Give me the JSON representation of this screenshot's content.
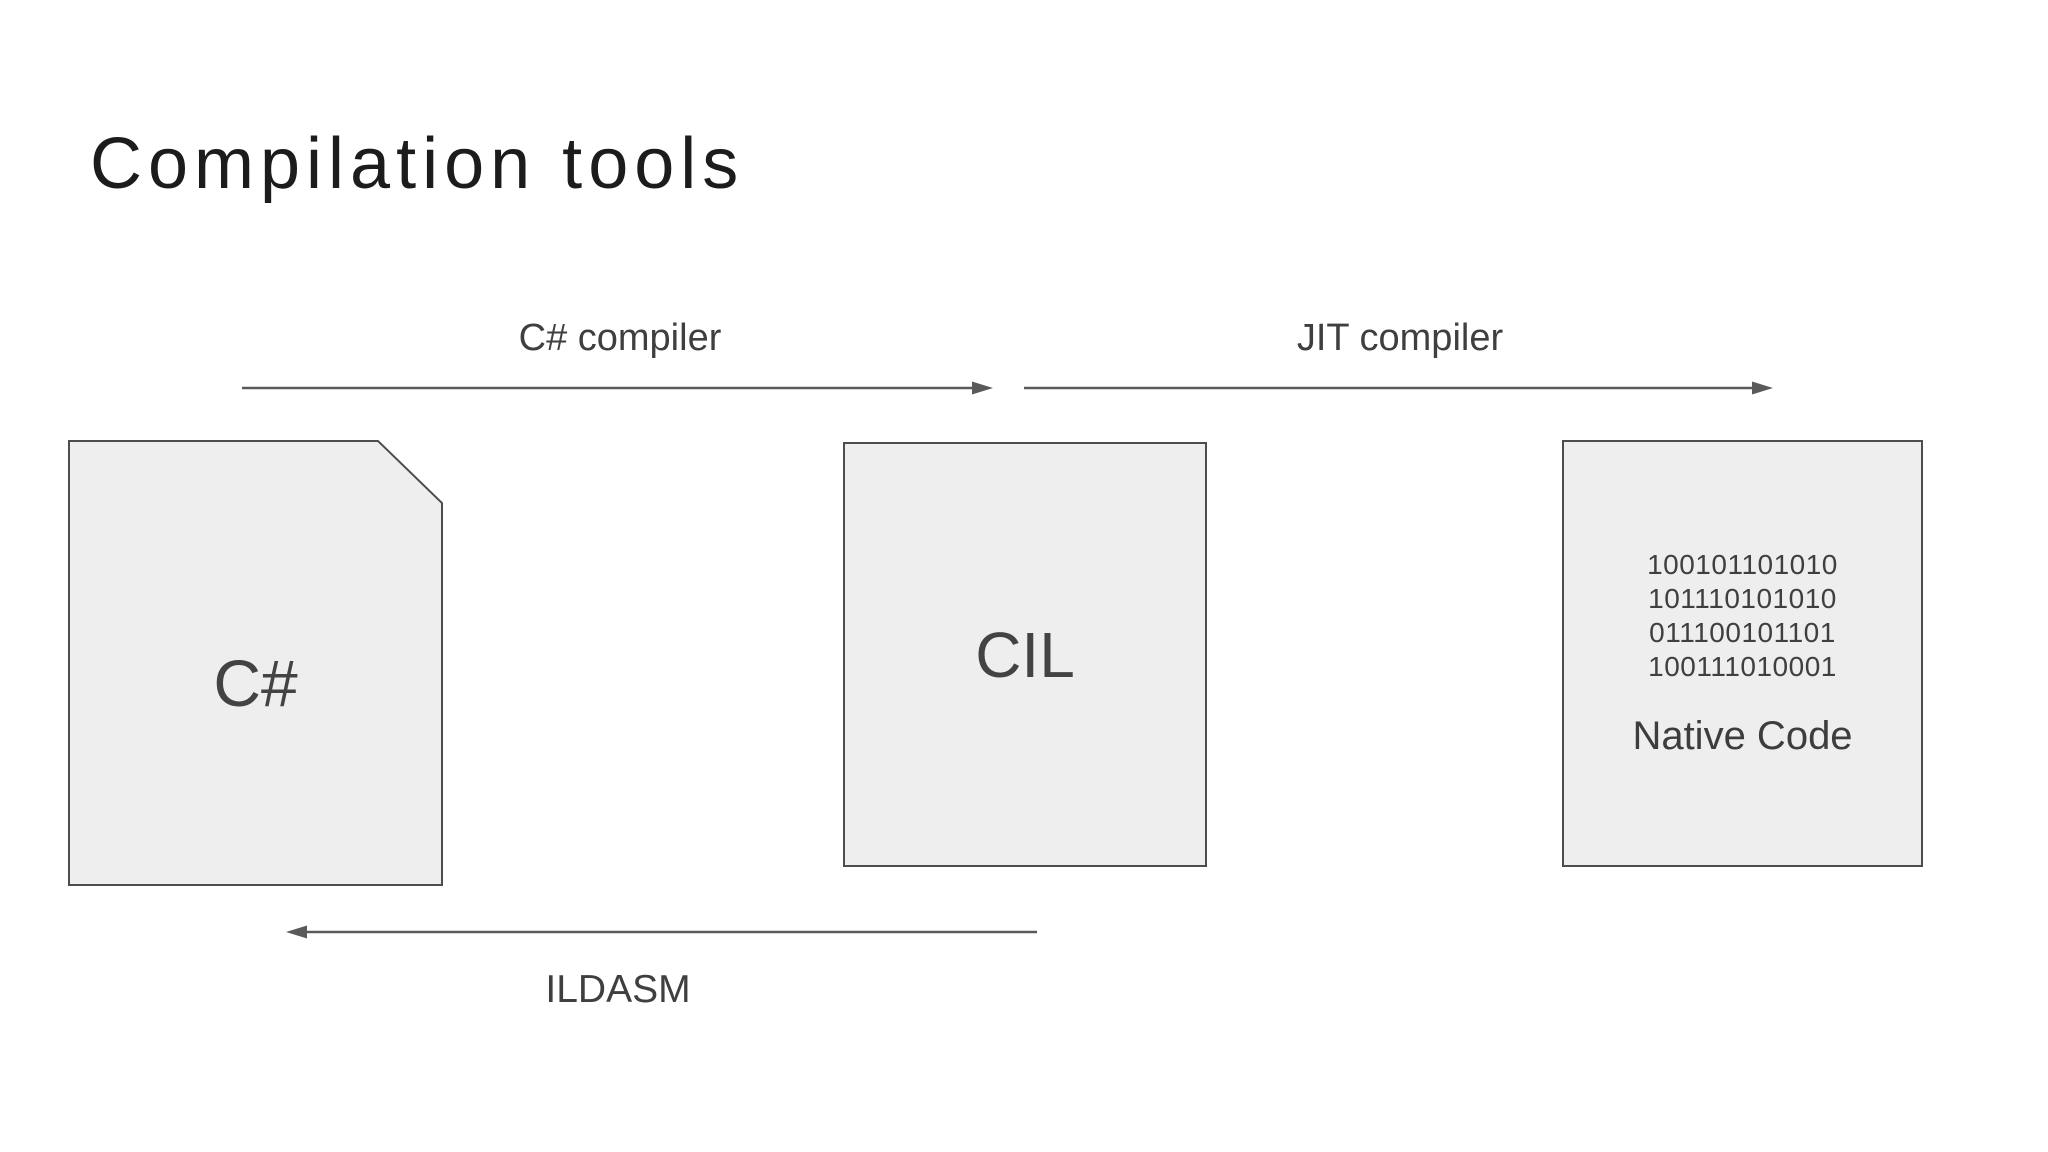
{
  "slide": {
    "title": "Compilation tools"
  },
  "edges": {
    "csharp_compiler": {
      "label": "C# compiler",
      "direction": "right"
    },
    "jit_compiler": {
      "label": "JIT compiler",
      "direction": "right"
    },
    "ildasm": {
      "label": "ILDASM",
      "direction": "left"
    }
  },
  "nodes": {
    "csharp": {
      "label": "C#",
      "shape": "document"
    },
    "cil": {
      "label": "CIL",
      "shape": "rectangle"
    },
    "native": {
      "shape": "rectangle",
      "binary_lines": [
        "100101101010",
        "101110101010",
        "011100101101",
        "100111010001"
      ],
      "label": "Native Code"
    }
  },
  "colors": {
    "background": "#ffffff",
    "box_fill": "#eeeeee",
    "box_border": "#4d4d4d",
    "arrow": "#5a5a5a",
    "label_text": "#3f3f3f",
    "node_text": "#434343",
    "title_text": "#1c1c1c"
  }
}
